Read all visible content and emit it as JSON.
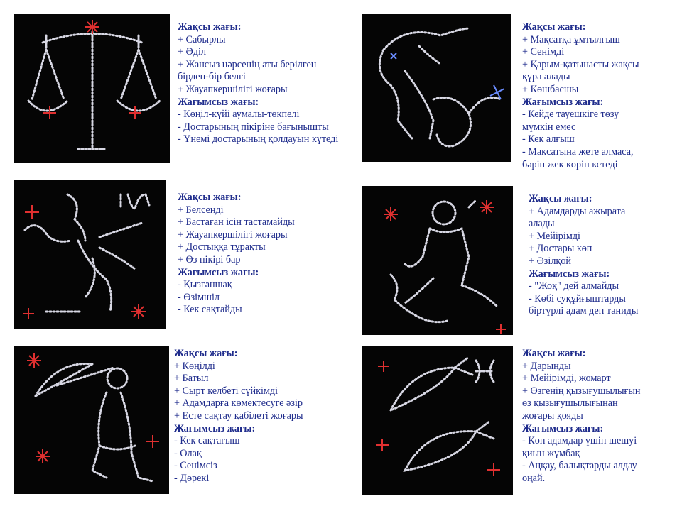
{
  "colors": {
    "text": "#1f2c8c",
    "image_background": "#050505",
    "crystal_white": "#e8e8f0",
    "crystal_red": "#e03030",
    "crystal_blue": "#6a8cff"
  },
  "signs": [
    {
      "icon": "libra-scales-icon",
      "lines": [
        {
          "text": "Жақсы жағы:",
          "head": true
        },
        {
          "text": "+ Сабырлы"
        },
        {
          "text": "+ Әділ"
        },
        {
          "text": "+ Жансыз нәрсенің аты берілген"
        },
        {
          "text": "бірден-бір белгі"
        },
        {
          "text": "+ Жауапкершілігі жоғары"
        },
        {
          "text": "Жағымсыз жағы:",
          "head": true
        },
        {
          "text": "- Көңіл-күйі аумалы-төкпелі"
        },
        {
          "text": "- Достарының пікіріне бағынышты"
        },
        {
          "text": "- Үнемі достарының қолдауын күтеді"
        }
      ]
    },
    {
      "icon": "capricorn-goat-icon",
      "lines": [
        {
          "text": "Жақсы жағы:",
          "head": true
        },
        {
          "text": "+ Мақсатқа ұмтылғыш"
        },
        {
          "text": "+ Сенімді"
        },
        {
          "text": "+ Қарым-қатынасты жақсы"
        },
        {
          "text": "құра алады"
        },
        {
          "text": "+ Көшбасшы"
        },
        {
          "text": "Жағымсыз жағы:",
          "head": true
        },
        {
          "text": "- Кейде тауешкіге төзу"
        },
        {
          "text": "мүмкін емес"
        },
        {
          "text": "- Кек алғыш"
        },
        {
          "text": "- Мақсатына жете алмаса,"
        },
        {
          "text": "бәрін жек көріп кетеді"
        }
      ]
    },
    {
      "icon": "scorpio-scorpion-icon",
      "lines": [
        {
          "text": "Жақсы жағы:",
          "head": true
        },
        {
          "text": "+ Белсенді"
        },
        {
          "text": "+ Бастаған ісін тастамайды"
        },
        {
          "text": "+ Жауапкершілігі жоғары"
        },
        {
          "text": "+ Достыққа тұрақты"
        },
        {
          "text": "+ Өз пікірі бар"
        },
        {
          "text": "Жағымсыз жағы:",
          "head": true
        },
        {
          "text": "- Қызғаншақ"
        },
        {
          "text": "- Өзімшіл"
        },
        {
          "text": "- Кек сақтайды"
        }
      ]
    },
    {
      "icon": "aquarius-water-bearer-icon",
      "lines": [
        {
          "text": "Жақсы жағы:",
          "head": true
        },
        {
          "text": "+ Адамдарды ажырата"
        },
        {
          "text": "алады"
        },
        {
          "text": "+ Мейірімді"
        },
        {
          "text": "+ Достары көп"
        },
        {
          "text": "+ Әзілқой"
        },
        {
          "text": "Жағымсыз жағы:",
          "head": true
        },
        {
          "text": "- \"Жоқ\" дей алмайды"
        },
        {
          "text": "- Көбі суқұйғыштарды"
        },
        {
          "text": "біртүрлі адам деп таниды"
        }
      ]
    },
    {
      "icon": "sagittarius-archer-icon",
      "lines": [
        {
          "text": "Жақсы жағы:",
          "head": true
        },
        {
          "text": "+ Көңілді"
        },
        {
          "text": "+ Батыл"
        },
        {
          "text": "+ Сырт келбеті сүйкімді"
        },
        {
          "text": "+ Адамдарға көмектесуге әзір"
        },
        {
          "text": "+ Есте сақтау қабілеті жоғары"
        },
        {
          "text": "Жағымсыз жағы:",
          "head": true
        },
        {
          "text": "- Кек сақтағыш"
        },
        {
          "text": "- Олақ"
        },
        {
          "text": "- Сенімсіз"
        },
        {
          "text": "- Дөрекі"
        }
      ]
    },
    {
      "icon": "pisces-fish-icon",
      "lines": [
        {
          "text": "Жақсы жағы:",
          "head": true
        },
        {
          "text": "+ Дарынды"
        },
        {
          "text": "+ Мейірімді, жомарт"
        },
        {
          "text": "+ Өзгенің қызығушылығын"
        },
        {
          "text": "өз қызығушылығынан"
        },
        {
          "text": "жоғары қояды"
        },
        {
          "text": "Жағымсыз жағы:",
          "head": true
        },
        {
          "text": "- Көп адамдар үшін шешуі"
        },
        {
          "text": "қиын жұмбақ"
        },
        {
          "text": "- Аңқау, балықтарды алдау"
        },
        {
          "text": "оңай."
        }
      ]
    }
  ]
}
